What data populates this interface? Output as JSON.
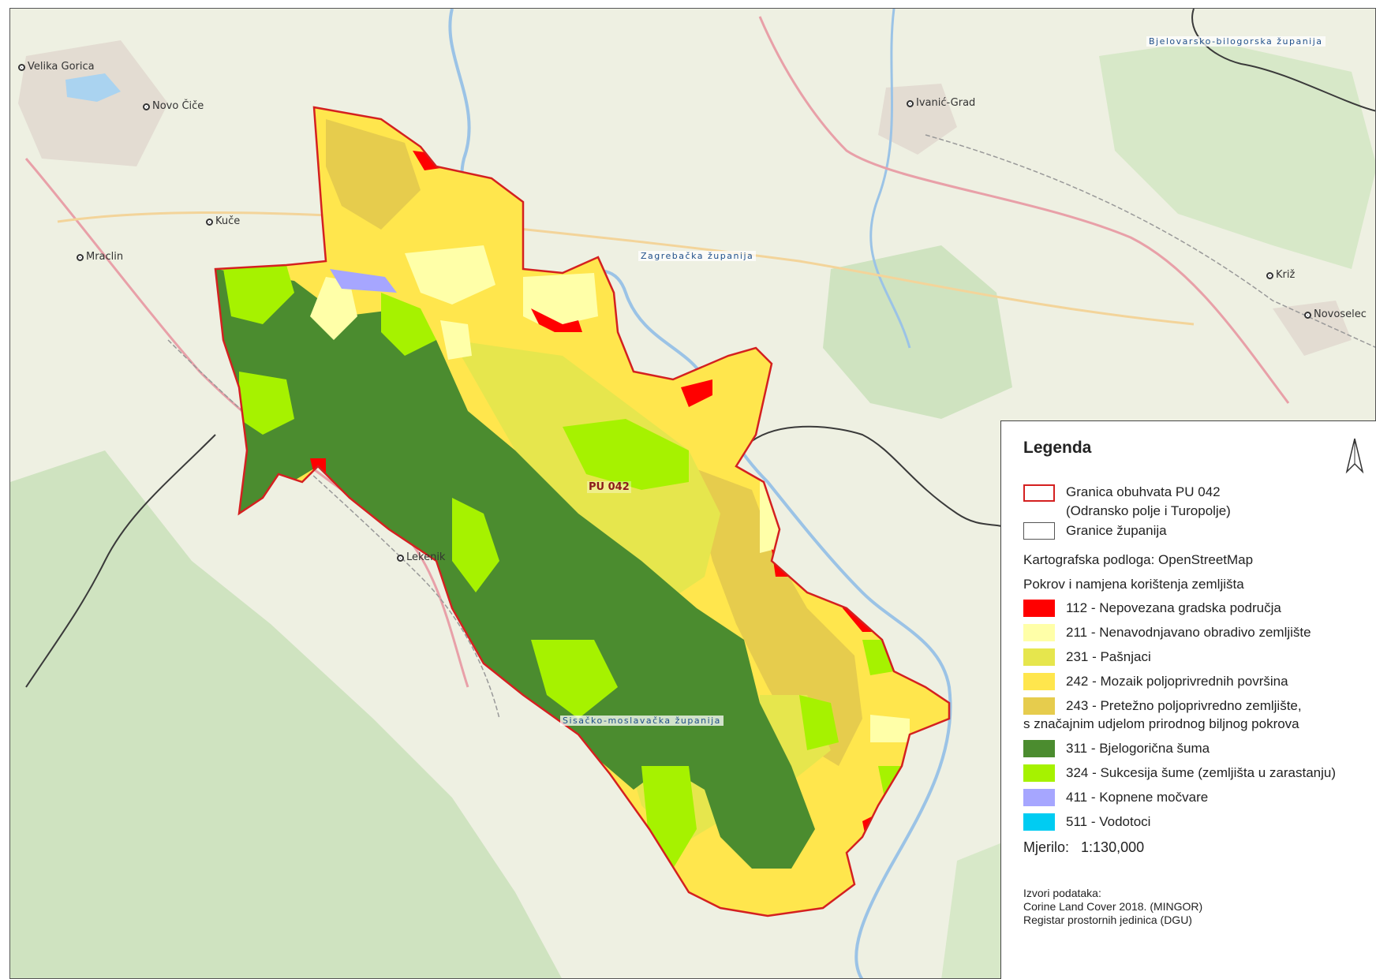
{
  "places": [
    {
      "name": "Velika Gorica"
    },
    {
      "name": "Novo Čiče"
    },
    {
      "name": "Kuče"
    },
    {
      "name": "Mraclin"
    },
    {
      "name": "Ivanić-Grad"
    },
    {
      "name": "Križ"
    },
    {
      "name": "Novoselec"
    },
    {
      "name": "Lekenik"
    }
  ],
  "counties": {
    "bjelovar": "Bjelovarsko-bilogorska županija",
    "zagreb": "Zagrebačka županija",
    "sisak": "Sisačko-moslavačka županija"
  },
  "pu_label": "PU 042",
  "legend": {
    "title": "Legenda",
    "boundary_pu_line1": "Granica obuhvata PU 042",
    "boundary_pu_line2": "(Odransko polje i Turopolje)",
    "boundary_counties": "Granice županija",
    "basemap_prefix": "Kartografska podloga",
    "basemap_value": ": OpenStreetMap",
    "landcover_title": "Pokrov i namjena korištenja zemljišta",
    "classes": [
      {
        "label": "112 - Nepovezana gradska područja",
        "color": "#ff0000"
      },
      {
        "label": "211 - Nenavodnjavano obradivo zemljište",
        "color": "#ffffa8"
      },
      {
        "label": "231 - Pašnjaci",
        "color": "#e6e64d"
      },
      {
        "label": "242 - Mozaik poljoprivrednih površina",
        "color": "#ffe64d"
      },
      {
        "label": "243 - Pretežno poljoprivredno zemljište,",
        "label2": "s značajnim udjelom prirodnog biljnog pokrova",
        "color": "#e6cc4d"
      },
      {
        "label": "311 - Bjelogorična šuma",
        "color": "#4b8c2f"
      },
      {
        "label": "324 - Sukcesija šume (zemljišta u zarastanju)",
        "color": "#a6f200"
      },
      {
        "label": "411 - Kopnene močvare",
        "color": "#a6a6ff"
      },
      {
        "label": "511 - Vodotoci",
        "color": "#00ccf2"
      }
    ],
    "scale_label": "Mjerilo:",
    "scale_value": "1:130,000",
    "sources_title": "Izvori podataka:",
    "sources": [
      "Corine Land Cover 2018. (MINGOR)",
      "Registar prostornih jedinica (DGU)"
    ]
  },
  "colors": {
    "pu_boundary": "#d42020",
    "county_boundary": "#3a3a3a",
    "basemap": "#eef0e2",
    "forest_base": "#cfe3c0"
  }
}
